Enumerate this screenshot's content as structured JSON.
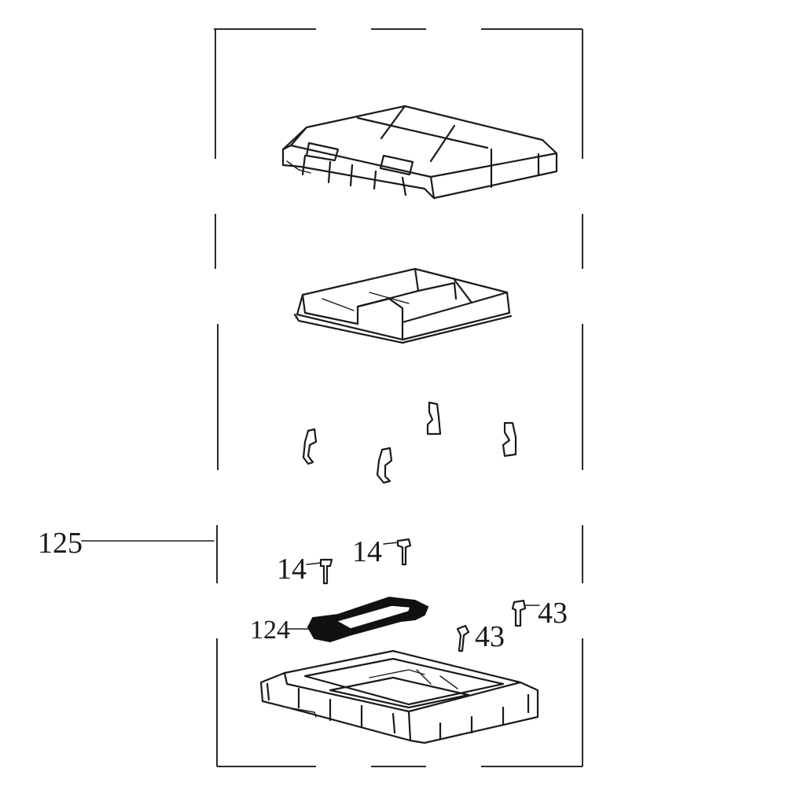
{
  "labels": {
    "assembly": "125",
    "seal": "124",
    "screw_a": "14",
    "screw_b": "14",
    "pin_a": "43",
    "pin_b": "43"
  }
}
